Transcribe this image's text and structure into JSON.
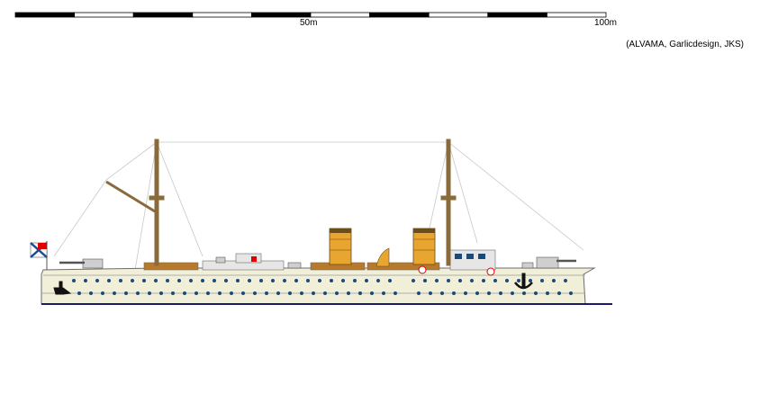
{
  "scale": {
    "label_mid": "50m",
    "label_end": "100m",
    "segments": 10,
    "colors": {
      "dark": "#000000",
      "light": "#ffffff"
    }
  },
  "credit": "(ALVAMA, Garlicdesign, JKS)",
  "ship": {
    "hull_color": "#f2efd9",
    "outline_color": "#6b6b6b",
    "waterline_color": "#1a1a6e",
    "funnel_color": "#e8a530",
    "funnel_band_color": "#6b4c1a",
    "deck_wood_color": "#b87a2a",
    "mast_color": "#8a6a3a",
    "porthole_color": "#1a4a7a",
    "flag_color": "#e00000"
  }
}
